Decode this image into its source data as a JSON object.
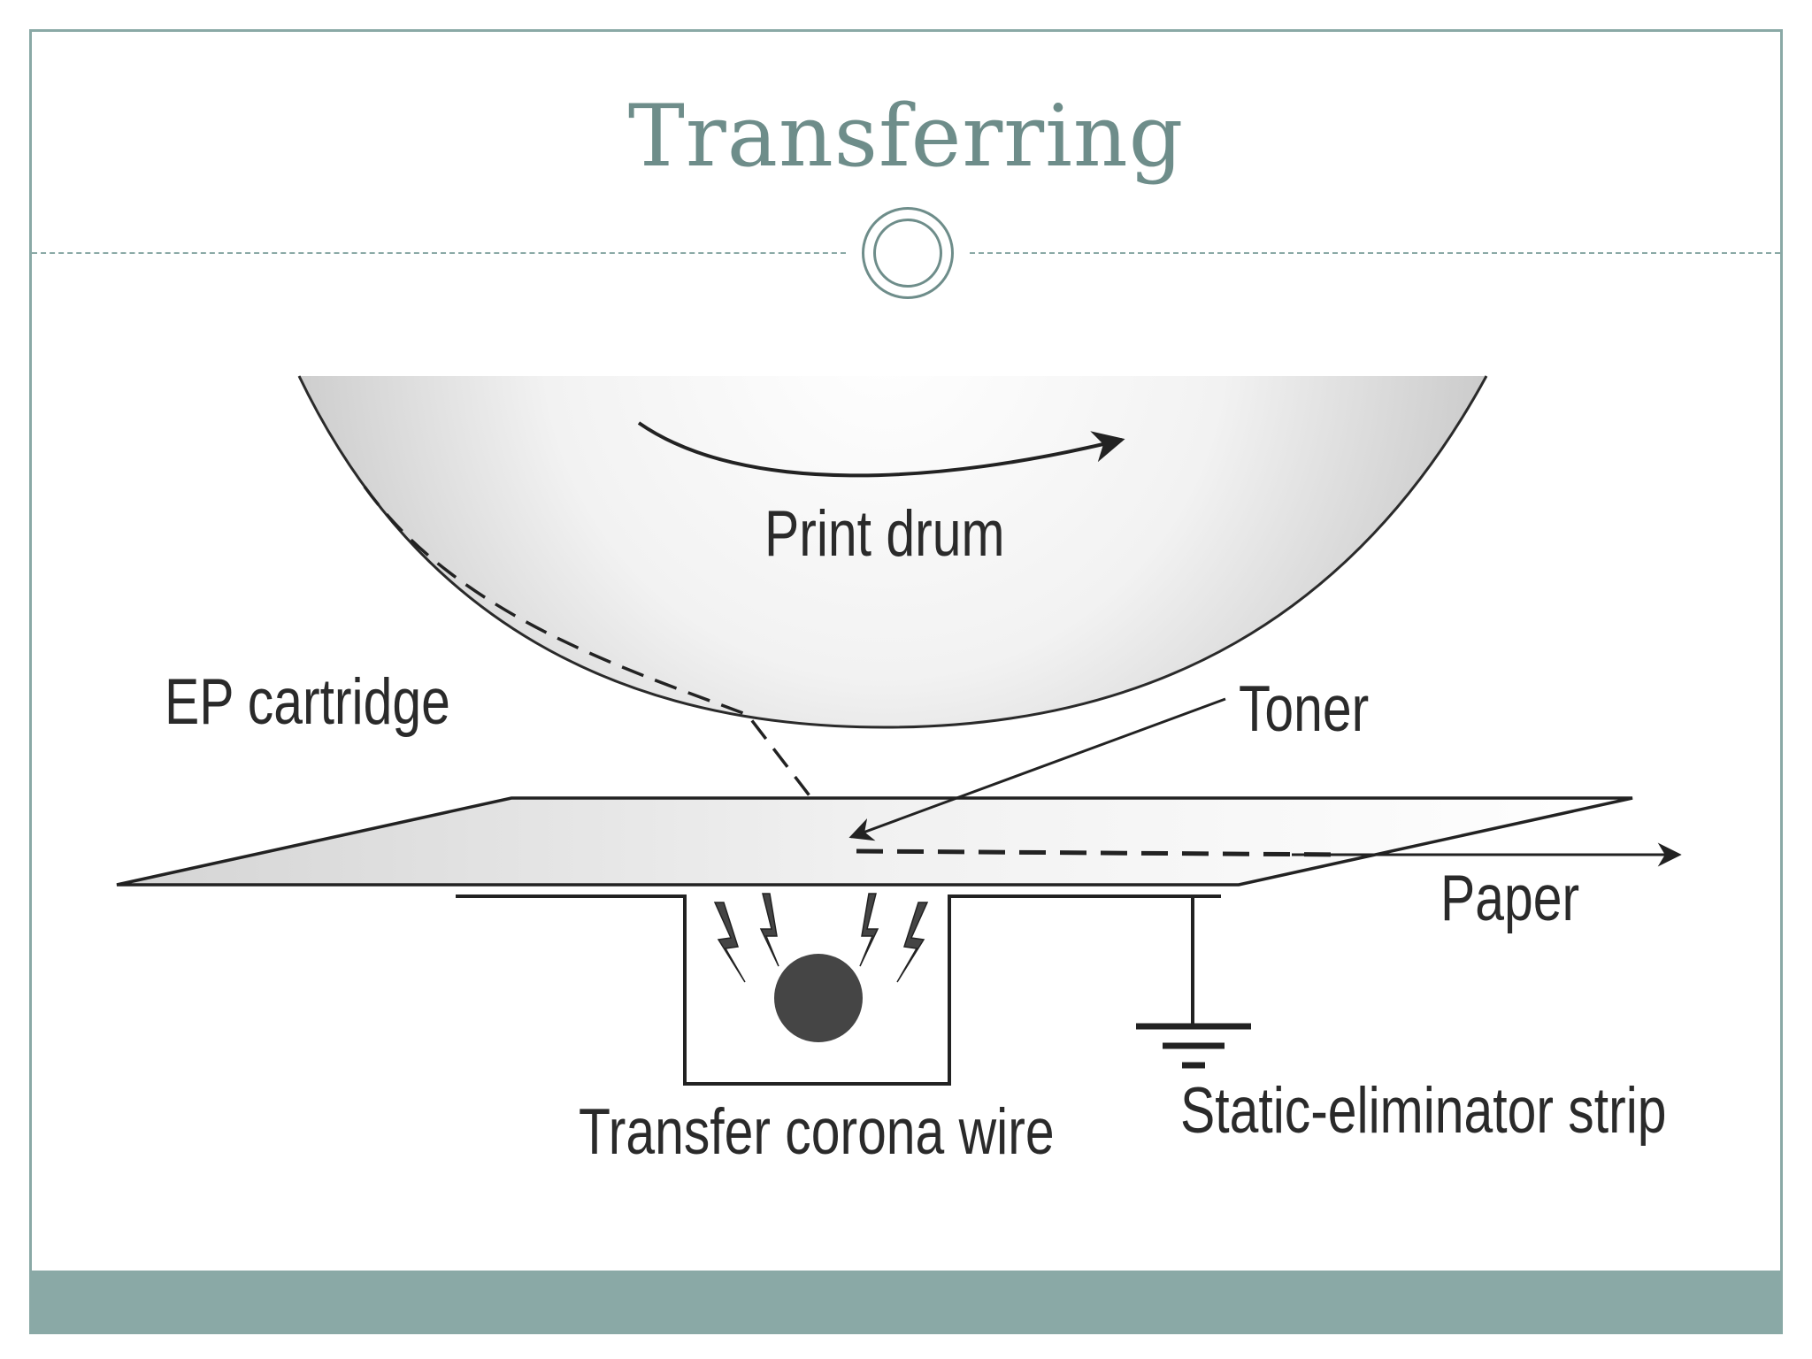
{
  "slide": {
    "title": "Transferring"
  },
  "diagram": {
    "labels": {
      "print_drum": "Print drum",
      "ep_cartridge": "EP cartridge",
      "toner": "Toner",
      "paper": "Paper",
      "transfer_corona_wire": "Transfer corona wire",
      "static_eliminator_strip": "Static-eliminator strip"
    }
  },
  "theme": {
    "accent": "#8aa9a6",
    "title_color": "#6e8d8a"
  }
}
